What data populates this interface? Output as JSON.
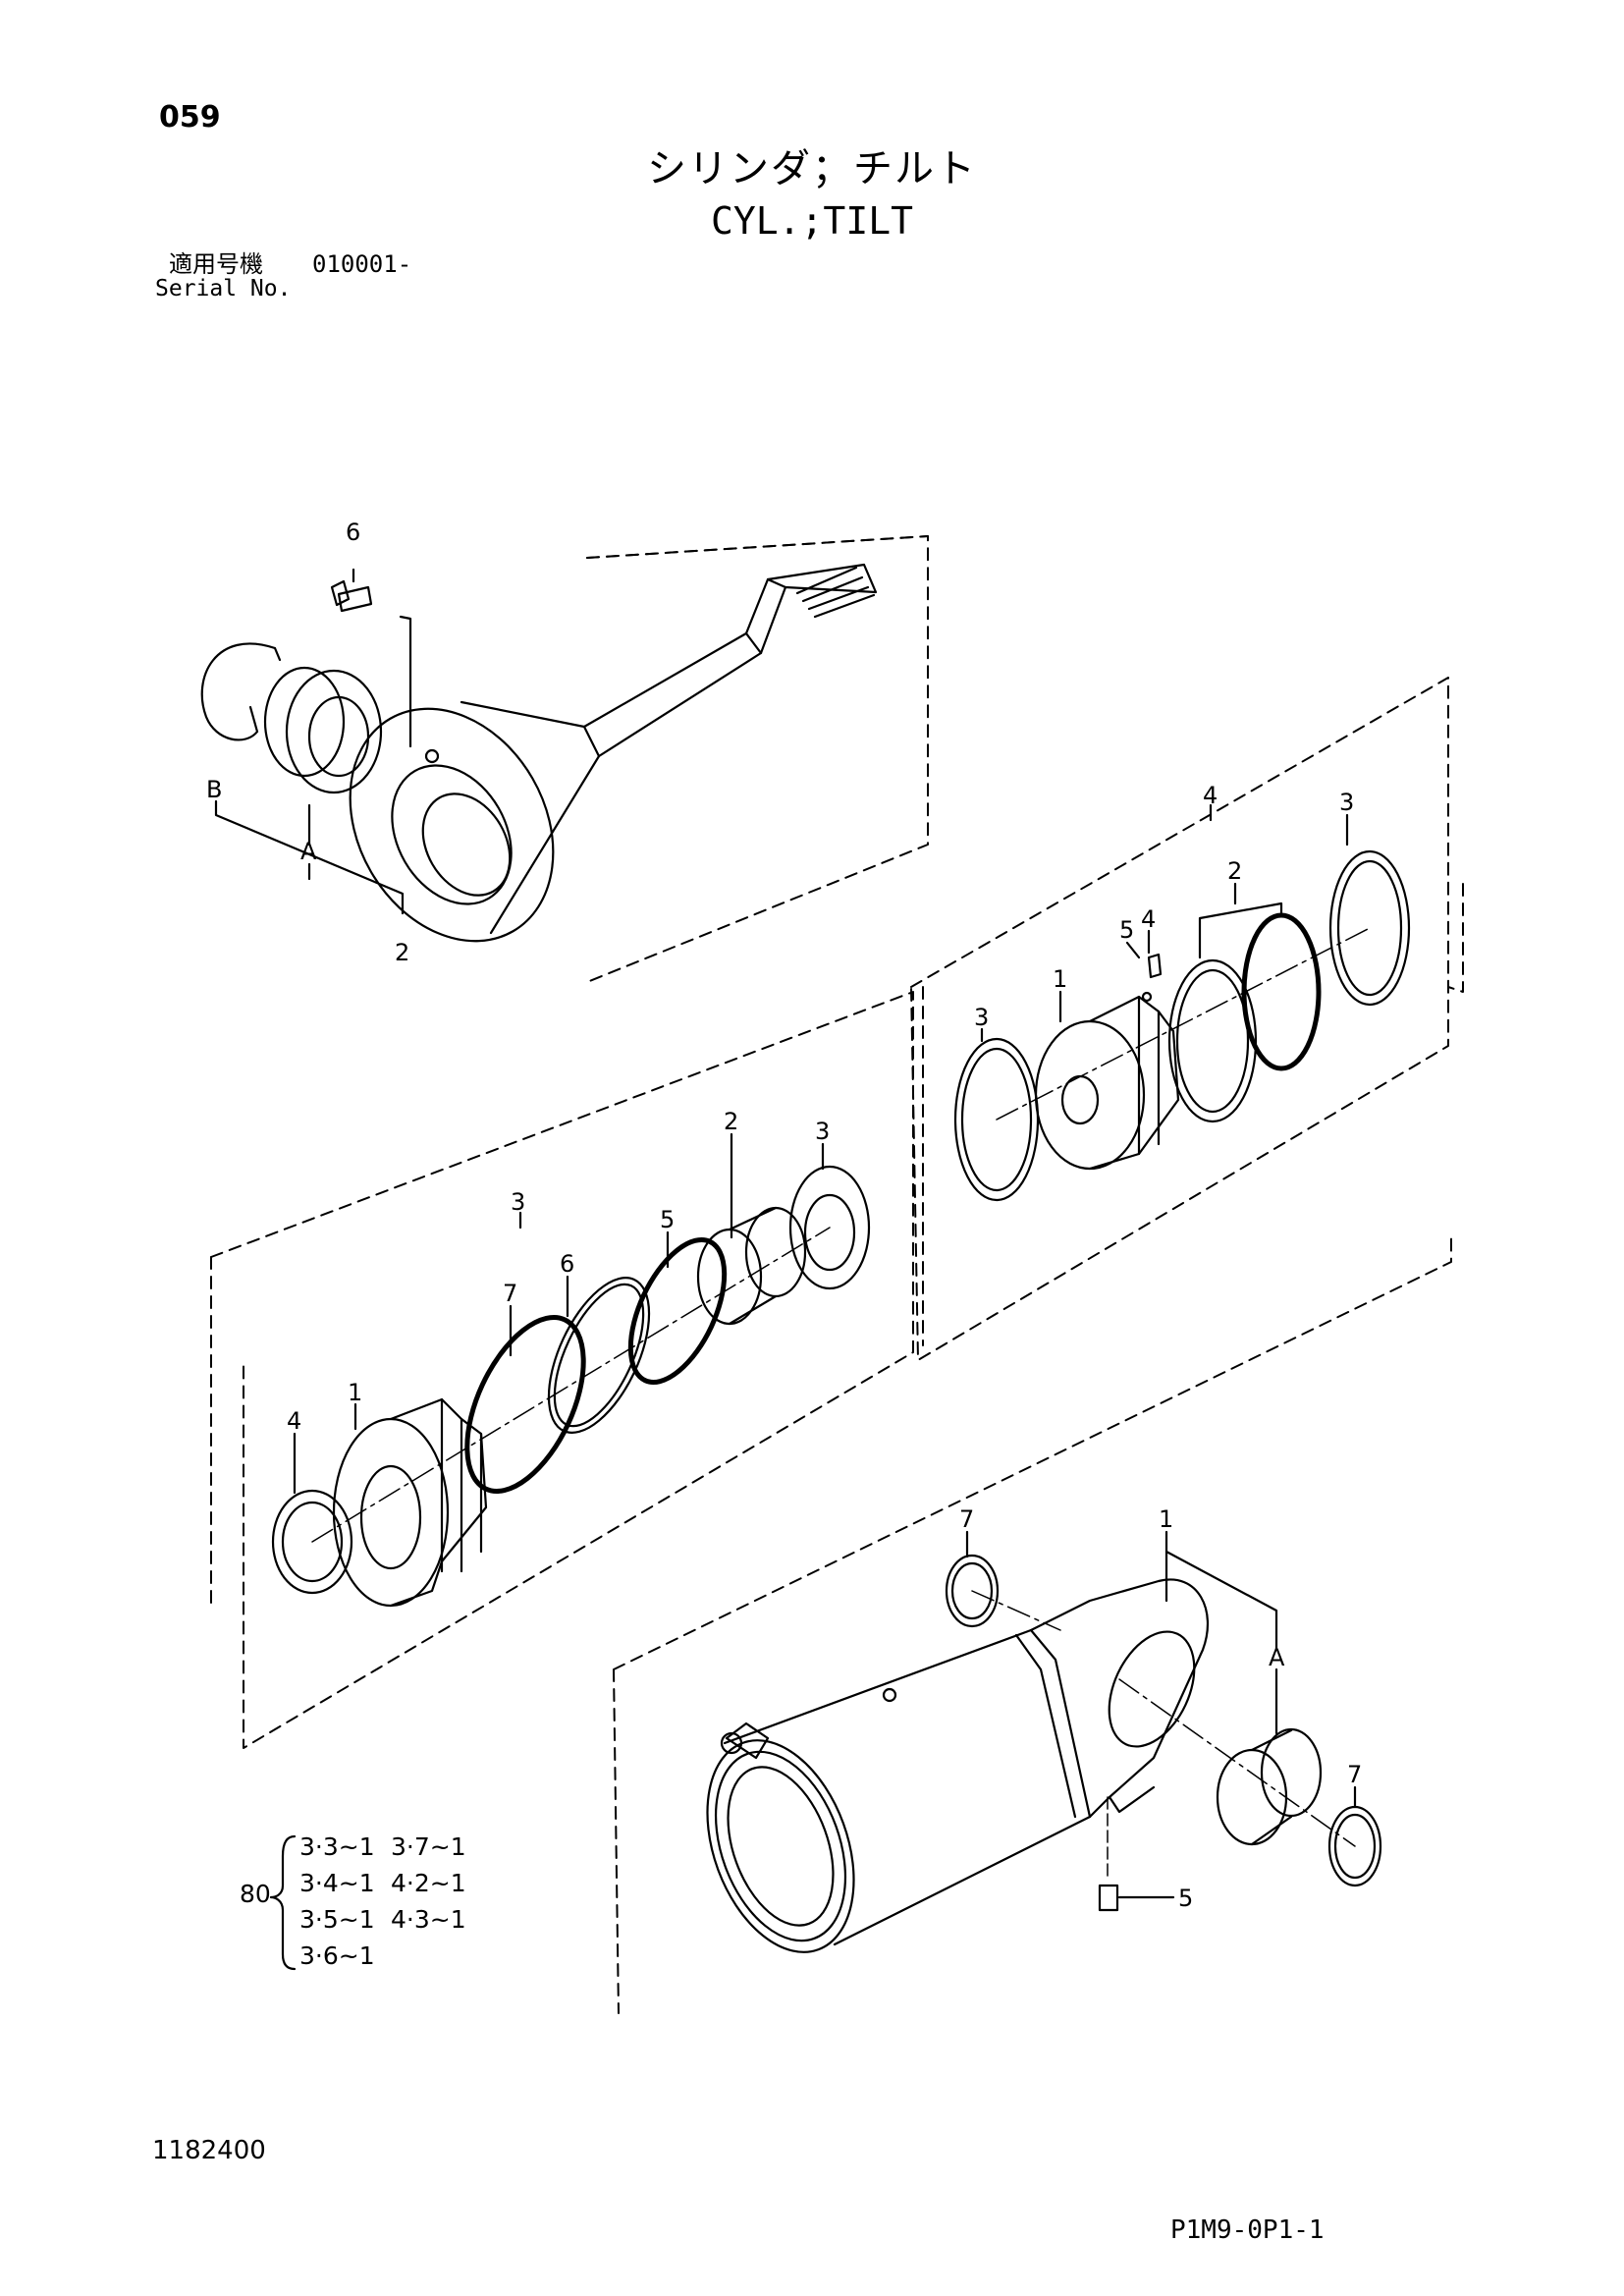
{
  "header": {
    "page_number": "059",
    "title_ja": "シリンダ；チルト",
    "title_en": "CYL.;TILT",
    "serial_label_ja": "適用号機",
    "serial_value": "010001-",
    "serial_label_en": "Serial No."
  },
  "groups": {
    "rod": {
      "label": "2"
    },
    "head": {
      "label": "3"
    },
    "piston": {
      "label": "4"
    }
  },
  "callouts": {
    "rod": [
      "6",
      "B",
      "A",
      "2"
    ],
    "head": [
      "4",
      "1",
      "7",
      "6",
      "5",
      "2",
      "3"
    ],
    "piston": [
      "3",
      "1",
      "5",
      "4",
      "2",
      "3"
    ],
    "tube": [
      "7",
      "1",
      "A",
      "7",
      "5"
    ]
  },
  "seal_kit": {
    "number": "80",
    "items": [
      "3·3~1",
      "3·7~1",
      "3·4~1",
      "4·2~1",
      "3·5~1",
      "4·3~1",
      "3·6~1"
    ]
  },
  "footer": {
    "doc_id": "1182400",
    "page_code": "P1M9-0P1-1"
  }
}
